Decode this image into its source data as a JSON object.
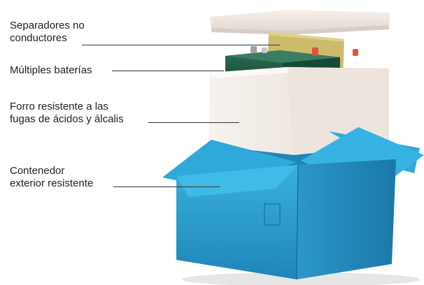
{
  "callouts": [
    {
      "id": "separators",
      "lines": [
        "Separadores no",
        "conductores"
      ]
    },
    {
      "id": "batteries",
      "lines": [
        "Múltiples baterías"
      ]
    },
    {
      "id": "liner",
      "lines": [
        "Forro resistente a las",
        "fugas de ácidos y álcalis"
      ]
    },
    {
      "id": "container",
      "lines": [
        "Contenedor",
        "exterior resistente"
      ]
    }
  ],
  "colors": {
    "box": "#2a9fd0",
    "box_dark": "#1f86b5",
    "box_flap": "#37b6e4",
    "liner": "#f3ede8",
    "lid": "#efe8e2",
    "battery": "#1a5a44",
    "separator": "#c9b86a",
    "terminal": "#e0553a"
  }
}
